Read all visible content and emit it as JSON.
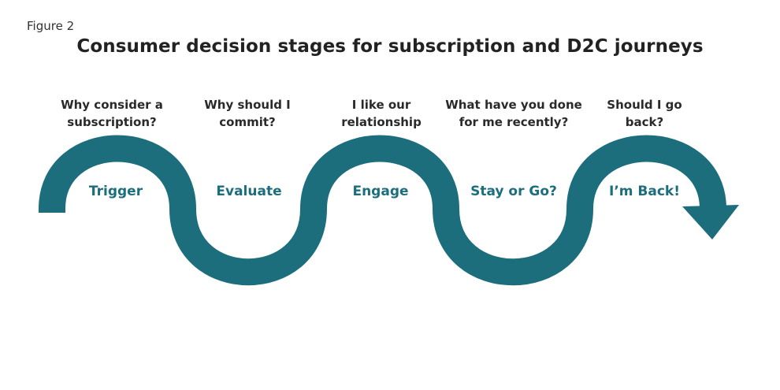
{
  "figure_label": "Figure 2",
  "title": "Consumer decision stages for subscription and D2C journeys",
  "colors": {
    "wave": "#1c6e7d",
    "stage_text": "#1c6e7d",
    "question_text": "#2a2a2a"
  },
  "stages": [
    {
      "label": "Trigger",
      "question_line1": "Why consider a",
      "question_line2": "subscription?"
    },
    {
      "label": "Evaluate",
      "question_line1": "Why should I",
      "question_line2": "commit?"
    },
    {
      "label": "Engage",
      "question_line1": "I like our",
      "question_line2": "relationship"
    },
    {
      "label": "Stay or Go?",
      "question_line1": "What have you done",
      "question_line2": "for me recently?"
    },
    {
      "label": "I’m Back!",
      "question_line1": "Should I go",
      "question_line2": "back?"
    }
  ]
}
